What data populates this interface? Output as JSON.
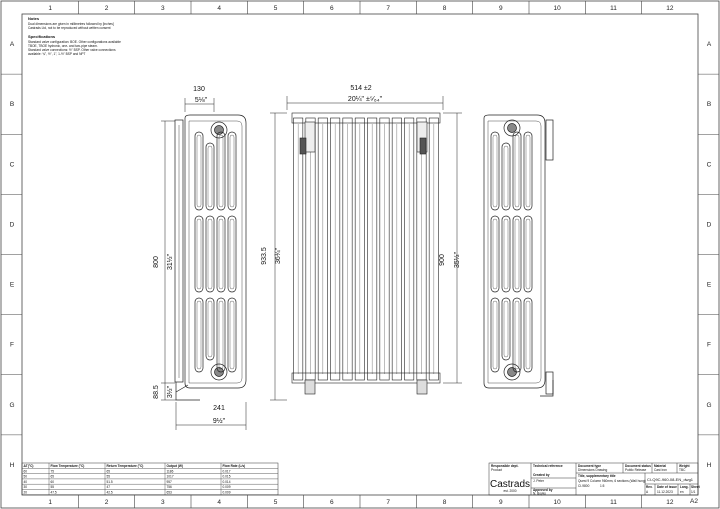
{
  "frame": {
    "columns": [
      "1",
      "2",
      "3",
      "4",
      "5",
      "6",
      "7",
      "8",
      "9",
      "10",
      "11",
      "12"
    ],
    "rows": [
      "A",
      "B",
      "C",
      "D",
      "E",
      "F",
      "G",
      "H"
    ],
    "sheet_size": "A2"
  },
  "notes": {
    "title": "Notes",
    "lines": [
      "Dual dimensions are given in millimetres followed by [inches]",
      "Castrads Ltd, not to be reproduced without written consent"
    ],
    "spec_title": "Specifications",
    "spec_lines": [
      "Standard valve configuration: BOE. Other configurations available",
      "TBOE, TBOE hydronic, one- and two-pipe steam.",
      "Standard valve connections: ½\" BSP. Other valve connections",
      "available: ¾\", ½\", 1\", 1-½\" BSP and NPT"
    ]
  },
  "dimensions": {
    "side_width_mm": "130",
    "side_width_in": "5⅛\"",
    "height_mm": "800",
    "height_in": "31½\"",
    "overall_height_mm": "933.5",
    "overall_height_in": "36¾\"",
    "valve_height_mm": "88.5",
    "valve_height_in": "3½\"",
    "depth_mm": "241",
    "depth_in": "9½\"",
    "front_width_mm": "514 ±2",
    "front_width_in": "20¼\" ±⁵⁄₆₄\"",
    "front_height_mm": "900",
    "front_height_in": "35½\""
  },
  "heat_table": {
    "headers": [
      "ΔT(°C)",
      "Flow Temperature (°C)",
      "Return Temperature (°C)",
      "Output (W)",
      "Flow Rate (L/s)"
    ],
    "rows": [
      [
        "60",
        "75",
        "65",
        "1186",
        "0.017"
      ],
      [
        "50",
        "65",
        "55",
        "1017",
        "0.015"
      ],
      [
        "40",
        "60",
        "51.5",
        "957",
        "0.014"
      ],
      [
        "30",
        "55",
        "47",
        "756",
        "0.009"
      ],
      [
        "20",
        "47.5",
        "42.5",
        "653",
        "0.009"
      ]
    ]
  },
  "title_block": {
    "responsible_dept_label": "Responsible dept.",
    "responsible_dept_value": "Product",
    "tech_ref_label": "Technical reference",
    "tech_ref_value": "",
    "created_by_label": "Created by",
    "created_by_value": "J. Peter",
    "approved_by_label": "Approved by",
    "approved_by_value": "N. Boyko",
    "doc_type_label": "Document type",
    "doc_type_value": "Dimensions Drawing",
    "doc_status_label": "Document status",
    "doc_status_value": "Public Release",
    "material_label": "Material",
    "material_value": "Cast Iron",
    "weight_label": "Weight",
    "weight_value": "TBC",
    "part_label": "Part No.",
    "part_value": "CI-9800",
    "scale_label": "Scale",
    "scale_value": "1:5",
    "title_label": "Title, supplementary title",
    "title_value": "Quest 9 Column 960mm, 6 sections (Wall hung)",
    "doc_number": "CI-Q9C-960-08-EN_dwg1",
    "rev_label": "Rev.",
    "rev_value": "A",
    "date_label": "Date of issue",
    "date_value": "11.12.2023",
    "lang_label": "Lang.",
    "lang_value": "en",
    "sheet_label": "Sheet",
    "sheet_value": "1/1",
    "logo_text": "Castrads",
    "logo_sub": "est. 2000"
  }
}
